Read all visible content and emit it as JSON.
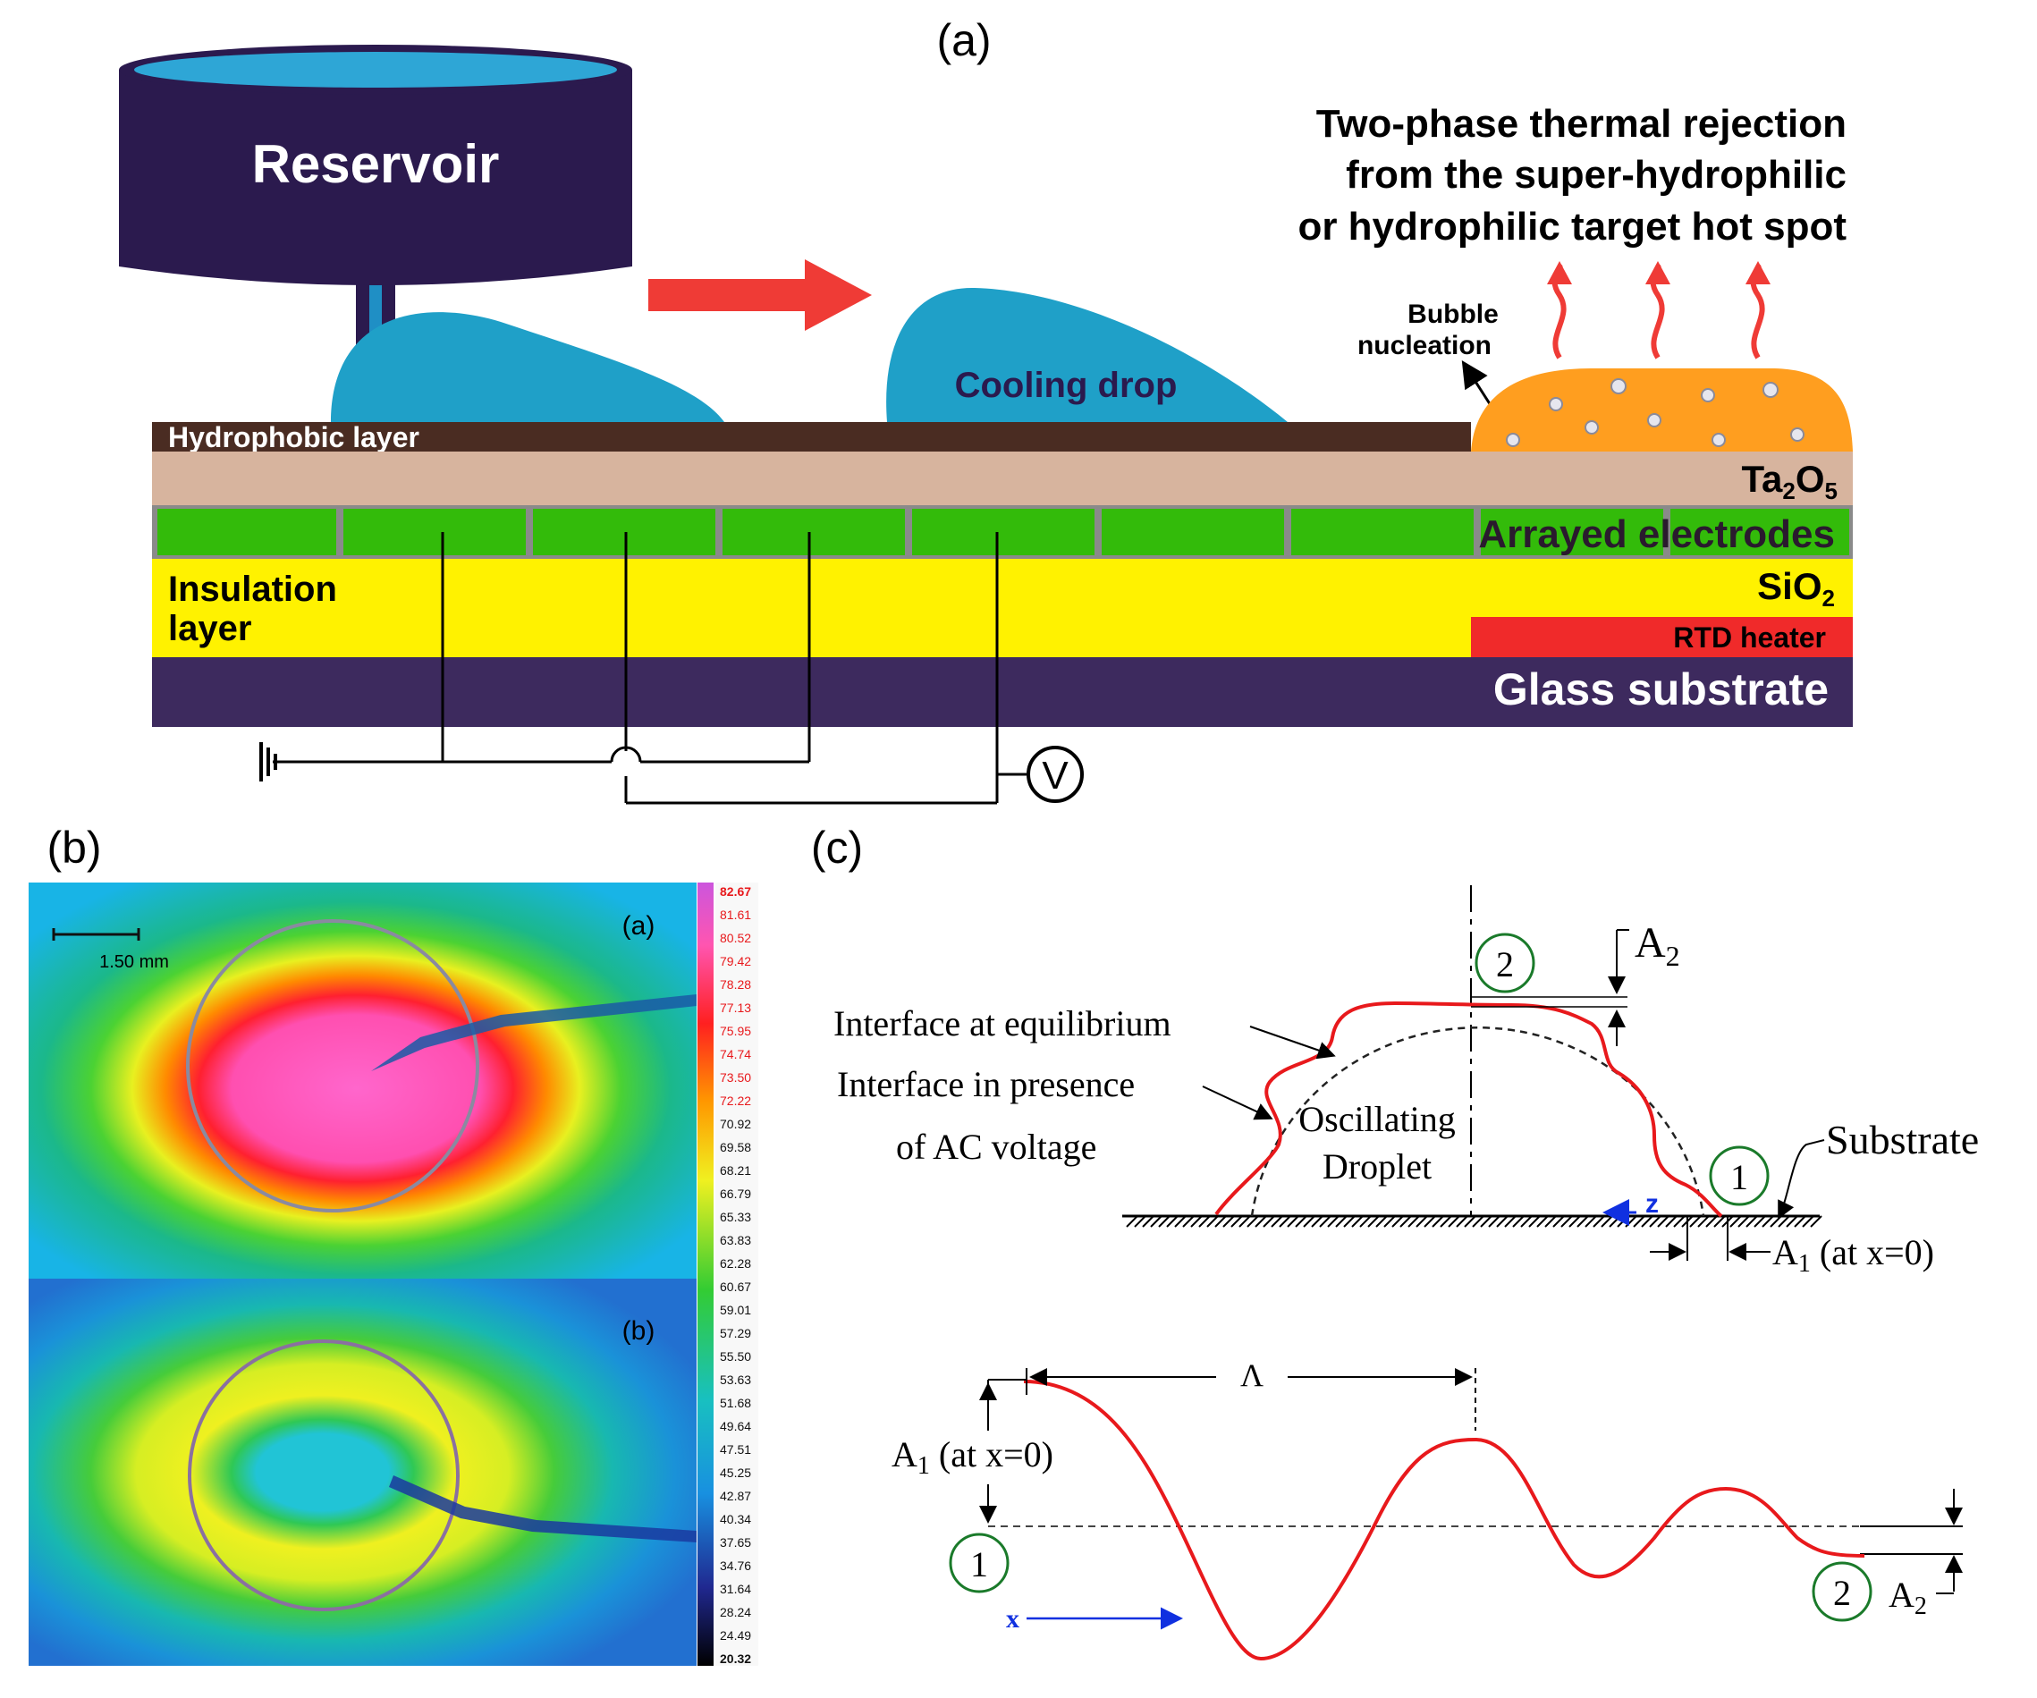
{
  "panel_a": {
    "label": "(a)",
    "reservoir": "Reservoir",
    "title_lines": [
      "Two-phase thermal rejection",
      "from the super-hydrophilic",
      "or hydrophilic target hot spot"
    ],
    "bubble_lines": [
      "Bubble",
      "nucleation"
    ],
    "cooling_drop": "Cooling drop",
    "hydrophobic": "Hydrophobic layer",
    "ta_main": "Ta",
    "ta_sub1": "2",
    "ta_o": "O",
    "ta_sub2": "5",
    "electrodes": "Arrayed electrodes",
    "insulation_lines": [
      "Insulation",
      "layer"
    ],
    "sio_main": "SiO",
    "sio_sub": "2",
    "rtd": "RTD heater",
    "glass": "Glass substrate",
    "voltmeter": "V",
    "colors": {
      "reservoir": "#2b1a4e",
      "water": "#1fa0c8",
      "hydrophobic": "#4a2c22",
      "ta2o5": "#d7b49e",
      "electrodes": "#33bb0a",
      "insulation": "#fff200",
      "rtd": "#f02a2a",
      "glass": "#3d2a5e",
      "hotspot": "#ff9e1f",
      "arrow": "#ef3b36"
    }
  },
  "panel_b": {
    "label": "(b)",
    "scale": "1.50 mm",
    "sub_a": "(a)",
    "sub_b": "(b)",
    "colorbar": [
      "82.67",
      "81.61",
      "80.52",
      "79.42",
      "78.28",
      "77.13",
      "75.95",
      "74.74",
      "73.50",
      "72.22",
      "70.92",
      "69.58",
      "68.21",
      "66.79",
      "65.33",
      "63.83",
      "62.28",
      "60.67",
      "59.01",
      "57.29",
      "55.50",
      "53.63",
      "51.68",
      "49.64",
      "47.51",
      "45.25",
      "42.87",
      "40.34",
      "37.65",
      "34.76",
      "31.64",
      "28.24",
      "24.49",
      "20.32"
    ]
  },
  "panel_c": {
    "label": "(c)",
    "a2_top": "A",
    "a2_top_sub": "2",
    "circle_2": "2",
    "circle_1": "1",
    "eq": "Interface at equilibrium",
    "ac1": "Interface in presence",
    "ac2": "of AC voltage",
    "osc1": "Oscillating",
    "osc2": "Droplet",
    "substrate": "Substrate",
    "z": "z",
    "a1_main": "A",
    "a1_sub": "1",
    "a1_tail": " (at x=0)",
    "lambda": "Λ",
    "x": "x",
    "a2_bottom": "A",
    "a2_bottom_sub": "2"
  }
}
